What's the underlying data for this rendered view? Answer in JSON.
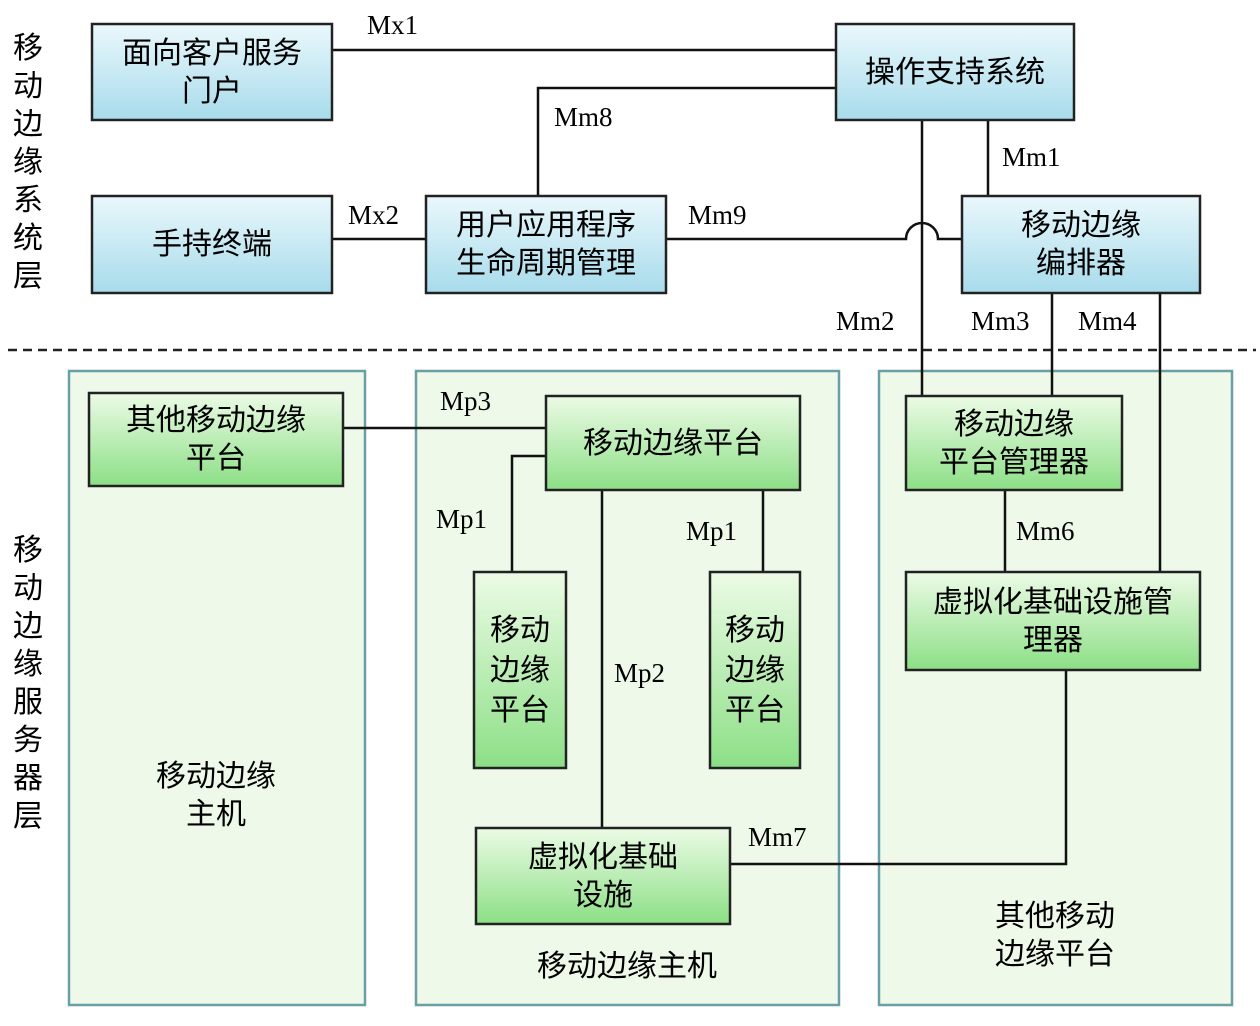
{
  "layers": {
    "system_layer": "移动边缘系统层",
    "server_layer": "移动边缘服务器层"
  },
  "boxes": {
    "customer_portal": [
      "面向客户服务",
      "门户"
    ],
    "oss": [
      "操作支持系统"
    ],
    "handheld_terminal": [
      "手持终端"
    ],
    "app_lifecycle_mgmt": [
      "用户应用程序",
      "生命周期管理"
    ],
    "me_orchestrator": [
      "移动边缘",
      "编排器"
    ],
    "other_me_platform_small": [
      "其他移动边缘",
      "平台"
    ],
    "me_platform": [
      "移动边缘平台"
    ],
    "me_app_left": [
      "移动",
      "边缘",
      "平台"
    ],
    "me_app_right": [
      "移动",
      "边缘",
      "平台"
    ],
    "me_platform_manager": [
      "移动边缘",
      "平台管理器"
    ],
    "vim": [
      "虚拟化基础设施管",
      "理器"
    ],
    "virtualization_infra": [
      "虚拟化基础",
      "设施"
    ]
  },
  "hosts": {
    "host_left": [
      "移动边缘",
      "主机"
    ],
    "host_middle": [
      "移动边缘主机"
    ],
    "host_right": [
      "其他移动",
      "边缘平台"
    ]
  },
  "edges": {
    "mx1": "Mx1",
    "mx2": "Mx2",
    "mm1": "Mm1",
    "mm2": "Mm2",
    "mm3": "Mm3",
    "mm4": "Mm4",
    "mm6": "Mm6",
    "mm7": "Mm7",
    "mm8": "Mm8",
    "mm9": "Mm9",
    "mp1_left": "Mp1",
    "mp1_right": "Mp1",
    "mp2": "Mp2",
    "mp3": "Mp3"
  },
  "colors": {
    "upper_box_fill_top": "#e8f7fb",
    "upper_box_fill_bottom": "#a9dcec",
    "lower_box_fill_top": "#e9fbe4",
    "lower_box_fill_bottom": "#8fe08a",
    "host_fill": "#eef9ea",
    "host_border": "#6a9fa8",
    "line": "#111111"
  }
}
